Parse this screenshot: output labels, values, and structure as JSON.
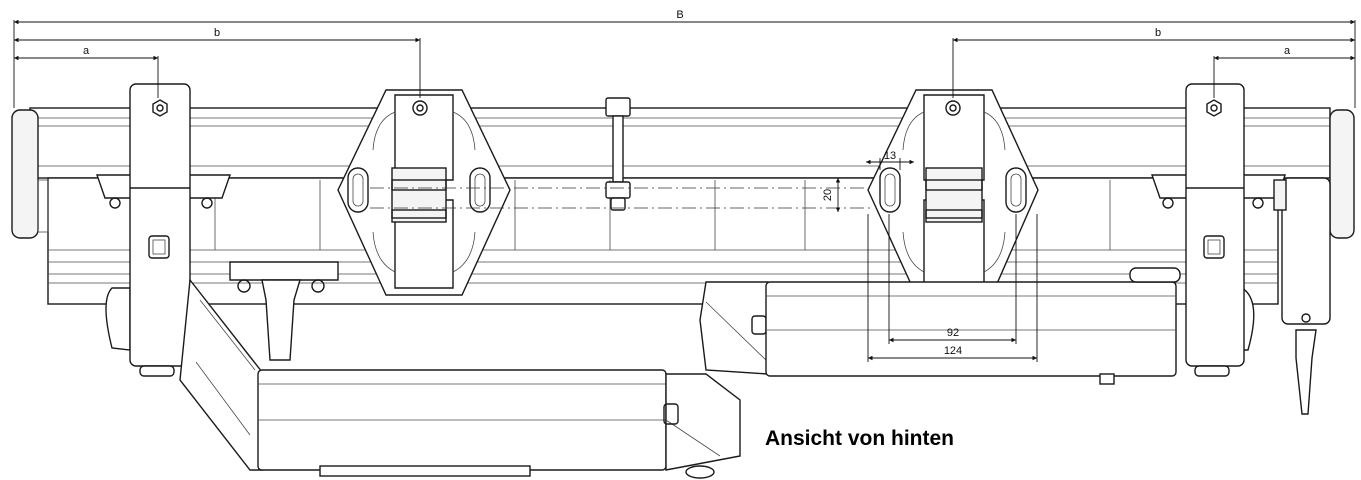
{
  "dimensions": {
    "overall_width": "B",
    "left_b": "b",
    "left_a": "a",
    "right_b": "b",
    "right_a": "a",
    "slot_width": "13",
    "slot_height": "20",
    "inner_spacing": "92",
    "outer_spacing": "124"
  },
  "caption": "Ansicht von hinten"
}
